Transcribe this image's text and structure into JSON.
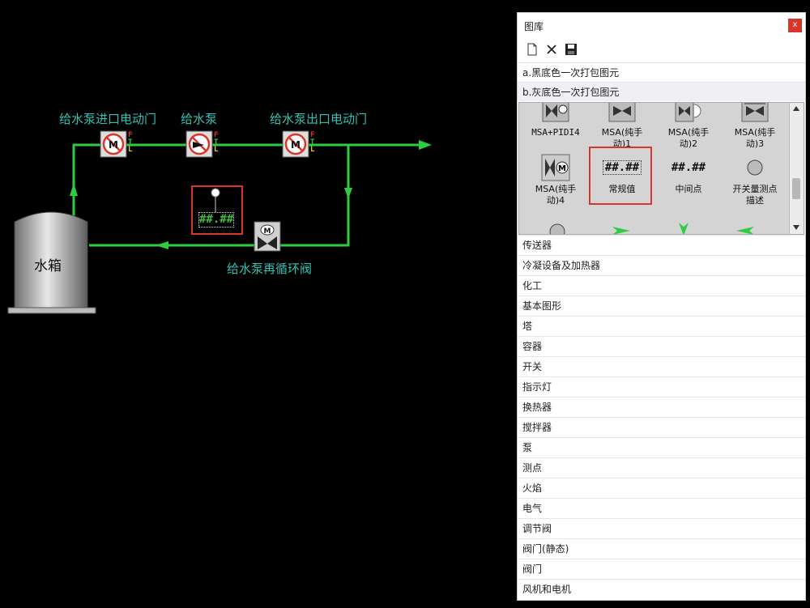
{
  "diagram": {
    "labels": {
      "inlet_valve": "给水泵进口电动门",
      "pump": "给水泵",
      "outlet_valve": "给水泵出口电动门",
      "recirc_valve": "给水泵再循环阀",
      "tank": "水箱"
    },
    "fault_flags": [
      "F",
      "T",
      "L"
    ],
    "value_placeholder": "##.##",
    "motor_letter": "M",
    "colors": {
      "pipe": "#2ecc40",
      "label": "#2ec4b6",
      "highlight": "#d9362b"
    }
  },
  "panel": {
    "title": "图库",
    "close_label": "x",
    "toolbar": [
      "new-file-icon",
      "delete-icon",
      "save-icon"
    ],
    "groups": [
      "a.黑底色一次打包图元",
      "b.灰底色一次打包图元"
    ],
    "grid_items": [
      {
        "label": "MSA+PIDI4",
        "icon": "msa-pid-icon"
      },
      {
        "label": "MSA(纯手动)1",
        "icon": "manual-valve-icon"
      },
      {
        "label": "MSA(纯手动)2",
        "icon": "manual-valve-icon"
      },
      {
        "label": "MSA(纯手动)3",
        "icon": "manual-valve-icon"
      },
      {
        "label": "MSA(纯手动)4",
        "icon": "motor-valve-icon"
      },
      {
        "label": "常规值",
        "icon": "value-icon",
        "value": "##.##"
      },
      {
        "label": "中间点",
        "icon": "value-icon",
        "value": "##.##"
      },
      {
        "label": "开关量测点描述",
        "icon": "circle-icon"
      }
    ],
    "grid_label_lines": {
      "msa1": [
        "MSA(纯手",
        "动)1"
      ],
      "msa2": [
        "MSA(纯手",
        "动)2"
      ],
      "msa3": [
        "MSA(纯手",
        "动)3"
      ],
      "msa4": [
        "MSA(纯手",
        "动)4"
      ],
      "switch": [
        "开关量测点",
        "描述"
      ]
    },
    "categories": [
      "传送器",
      "冷凝设备及加热器",
      "化工",
      "基本图形",
      "塔",
      "容器",
      "开关",
      "指示灯",
      "换热器",
      "搅拌器",
      "泵",
      "测点",
      "火焰",
      "电气",
      "调节阀",
      "阀门(静态)",
      "阀门",
      "风机和电机"
    ]
  }
}
